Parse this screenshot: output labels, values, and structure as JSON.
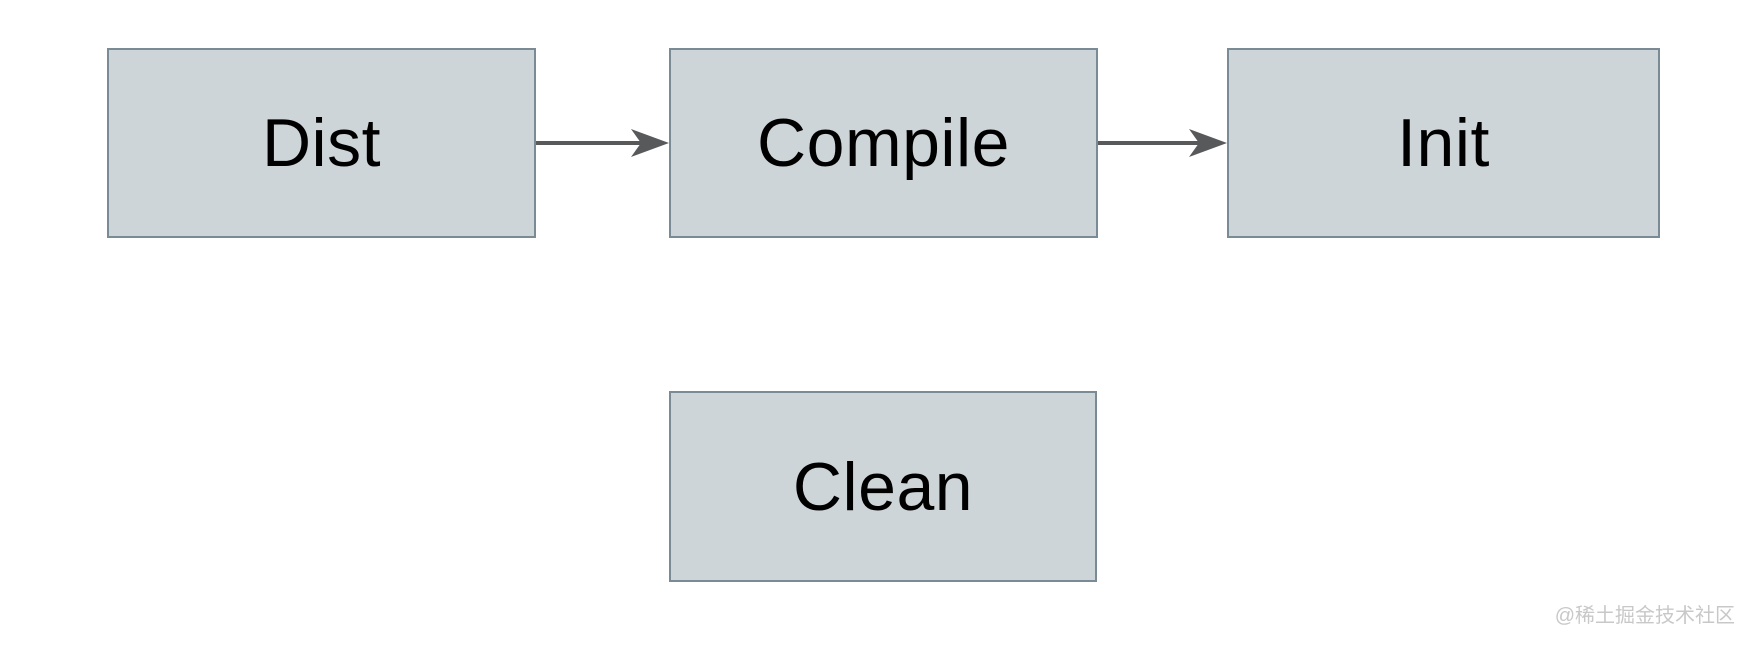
{
  "diagram": {
    "nodes": [
      {
        "id": "dist",
        "label": "Dist"
      },
      {
        "id": "compile",
        "label": "Compile"
      },
      {
        "id": "init",
        "label": "Init"
      },
      {
        "id": "clean",
        "label": "Clean"
      }
    ],
    "edges": [
      {
        "from": "dist",
        "to": "compile"
      },
      {
        "from": "compile",
        "to": "init"
      }
    ]
  },
  "watermark": {
    "text": "@稀土掘金技术社区"
  },
  "colors": {
    "background": "#ffffff",
    "node_fill": "#cdd5d9",
    "node_border": "#7a8b96",
    "node_text": "#000000",
    "arrow": "#58595b",
    "watermark": "#c8c8c8"
  }
}
